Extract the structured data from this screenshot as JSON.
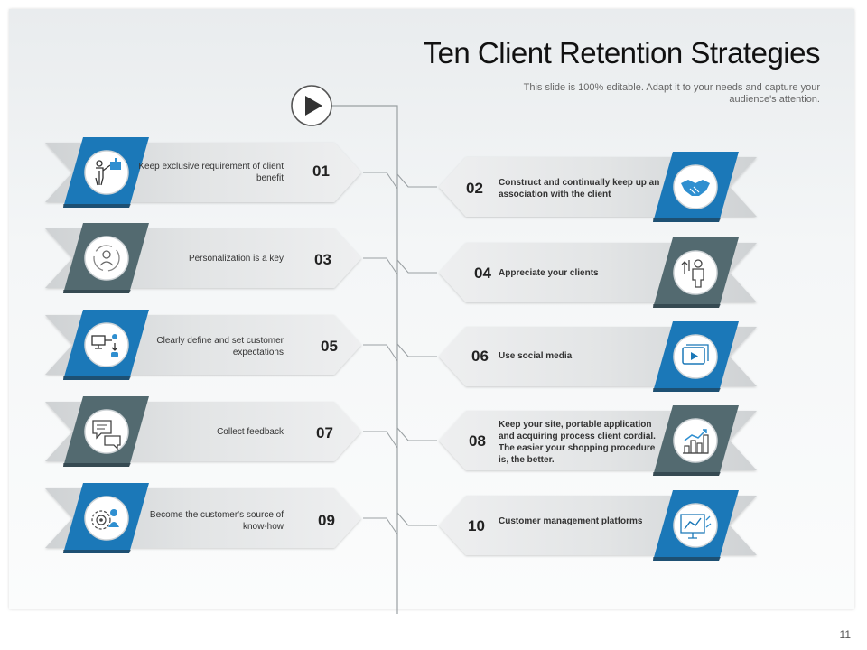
{
  "title": "Ten Client Retention Strategies",
  "subtitle": "This slide is 100% editable. Adapt it to your needs and capture your audience's attention.",
  "page_number": "11",
  "colors": {
    "blue": "#1b78b8",
    "slate": "#536a70",
    "band": "#dfe1e2",
    "line": "#9aa0a3"
  },
  "strategies": [
    {
      "num": "01",
      "text": "Keep exclusive requirement of client benefit",
      "icon": "presenter-thumbs-up-icon",
      "color": "blue"
    },
    {
      "num": "02",
      "text": "Construct and continually keep up an association with the client",
      "icon": "handshake-icon",
      "color": "blue"
    },
    {
      "num": "03",
      "text": "Personalization is a key",
      "icon": "user-cycle-icon",
      "color": "slate"
    },
    {
      "num": "04",
      "text": "Appreciate your clients",
      "icon": "person-arrows-icon",
      "color": "slate"
    },
    {
      "num": "05",
      "text": "Clearly define and set customer expectations",
      "icon": "monitor-network-icon",
      "color": "blue"
    },
    {
      "num": "06",
      "text": "Use social media",
      "icon": "video-play-icon",
      "color": "blue"
    },
    {
      "num": "07",
      "text": "Collect  feedback",
      "icon": "chat-bubbles-icon",
      "color": "slate"
    },
    {
      "num": "08",
      "text": "Keep your site, portable application and acquiring process client cordial. The easier your shopping procedure is, the better.",
      "icon": "bar-chart-icon",
      "color": "slate"
    },
    {
      "num": "09",
      "text": "Become the customer's source of know-how",
      "icon": "target-person-icon",
      "color": "blue"
    },
    {
      "num": "10",
      "text": "Customer management platforms",
      "icon": "analytics-board-icon",
      "color": "blue"
    }
  ]
}
